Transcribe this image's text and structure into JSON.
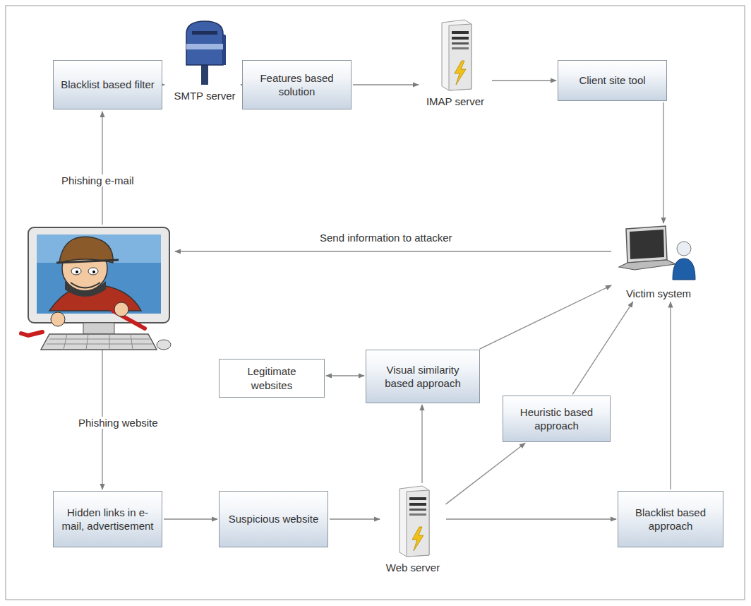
{
  "diagram": {
    "nodes": [
      {
        "text": [
          "Blacklist based filter"
        ]
      },
      {
        "text": [
          "SMTP server"
        ]
      },
      {
        "text": [
          "Features based solution"
        ]
      },
      {
        "text": [
          "IMAP server"
        ]
      },
      {
        "text": [
          "Client site tool"
        ]
      },
      {
        "text": [
          "Victim system"
        ]
      },
      {
        "text": [
          "Legitimate websites"
        ]
      },
      {
        "text": [
          "Visual similarity based approach"
        ]
      },
      {
        "text": [
          "Heuristic based approach"
        ]
      },
      {
        "text": [
          "Hidden links in e-mail, advertisement"
        ]
      },
      {
        "text": [
          "Suspicious website"
        ]
      },
      {
        "text": [
          "Web server"
        ]
      },
      {
        "text": [
          "Blacklist based approach"
        ]
      }
    ],
    "edges": [
      {
        "from": 0,
        "to": 1,
        "arrow": "to"
      },
      {
        "from": 1,
        "to": 2,
        "arrow": "to"
      },
      {
        "from": 2,
        "to": 3,
        "arrow": "to"
      },
      {
        "from": 3,
        "to": 4,
        "arrow": "to"
      },
      {
        "from": 4,
        "to": 5,
        "arrow": "to"
      },
      {
        "from": 6,
        "to": 7,
        "arrow": "both"
      },
      {
        "from": 11,
        "to": 7,
        "arrow": "to"
      },
      {
        "from": 7,
        "to": 5,
        "arrow": "to"
      },
      {
        "from": 11,
        "to": 8,
        "arrow": "to"
      },
      {
        "from": 8,
        "to": 5,
        "arrow": "to"
      },
      {
        "from": 11,
        "to": 12,
        "arrow": "to"
      },
      {
        "from": 12,
        "to": 5,
        "arrow": "to"
      },
      {
        "from": 9,
        "to": 10,
        "arrow": "to"
      },
      {
        "from": 10,
        "to": 11,
        "arrow": "to"
      }
    ],
    "labels": [
      "Phishing e-mail",
      "Send information to attacker",
      "Phishing website"
    ]
  }
}
